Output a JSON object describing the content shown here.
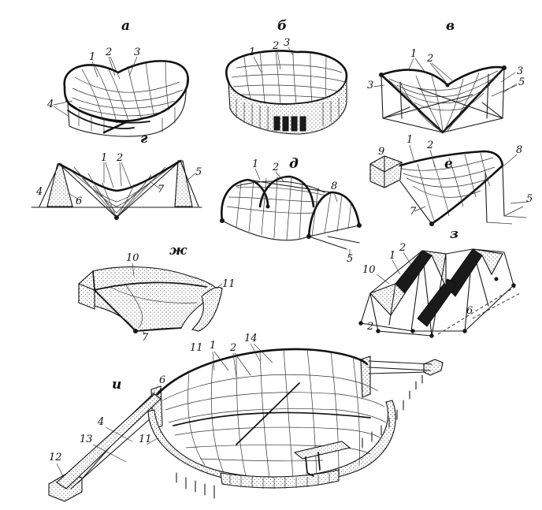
{
  "titles": {
    "a": "а",
    "b": "б",
    "v": "в",
    "g": "г",
    "d": "д",
    "e": "е",
    "zh": "ж",
    "z": "з",
    "i": "и"
  },
  "n": {
    "n1": "1",
    "n2": "2",
    "n3": "3",
    "n4": "4",
    "n5": "5",
    "n6": "6",
    "n7": "7",
    "n8": "8",
    "n9": "9",
    "n10": "10",
    "n11": "11",
    "n12": "12",
    "n13": "13",
    "n14": "14"
  }
}
